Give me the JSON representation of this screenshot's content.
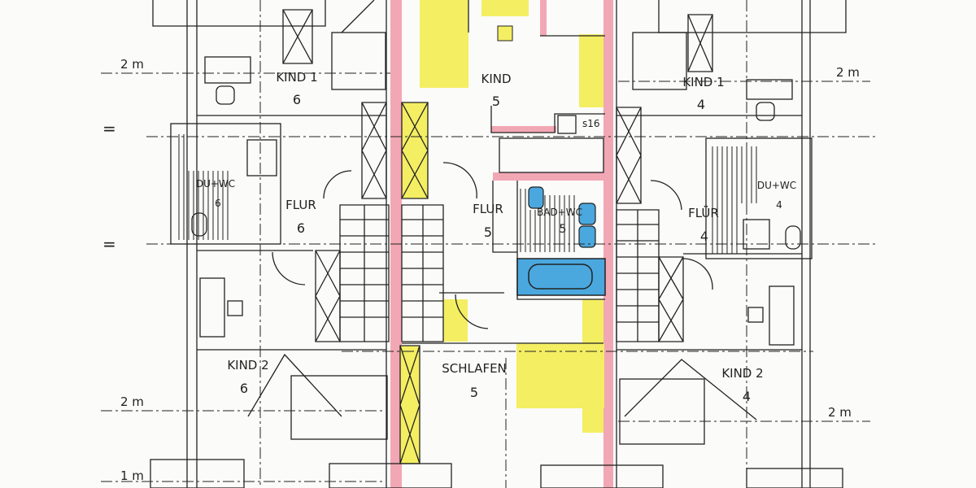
{
  "rooms": [
    {
      "id": "kind1-left",
      "name": "KIND 1",
      "number": "6"
    },
    {
      "id": "kind-center",
      "name": "KIND",
      "number": "5"
    },
    {
      "id": "kind1-right",
      "name": "KIND 1",
      "number": "4"
    },
    {
      "id": "dusche-left",
      "name": "DU+WC",
      "number": "6"
    },
    {
      "id": "dusche-right",
      "name": "DU+WC",
      "number": "4"
    },
    {
      "id": "flur-left",
      "name": "FLUR",
      "number": "6"
    },
    {
      "id": "flur-center",
      "name": "FLUR",
      "number": "5"
    },
    {
      "id": "flur-right",
      "name": "FLÜR",
      "number": "4"
    },
    {
      "id": "bad-center",
      "name": "BAD+WC",
      "number": "5"
    },
    {
      "id": "kind2-left",
      "name": "KIND 2",
      "number": "6"
    },
    {
      "id": "schlafen-center",
      "name": "SCHLAFEN",
      "number": "5"
    },
    {
      "id": "kind2-right",
      "name": "KIND 2",
      "number": "4"
    }
  ],
  "dimensions": {
    "dim-2m-top-left": "2 m",
    "dim-2m-top-right": "2 m",
    "dim-2m-bottom-left": "2 m",
    "dim-2m-bottom-right": "2 m",
    "dim-1m-bottom-left": "1 m",
    "shaft-marker": "s16"
  },
  "symbols": {
    "equal-sign": "="
  },
  "colors": {
    "party_wall": "#f2a7b4",
    "closet": "#f4ee63",
    "bathroom": "#4aa8df",
    "line": "#222222"
  }
}
